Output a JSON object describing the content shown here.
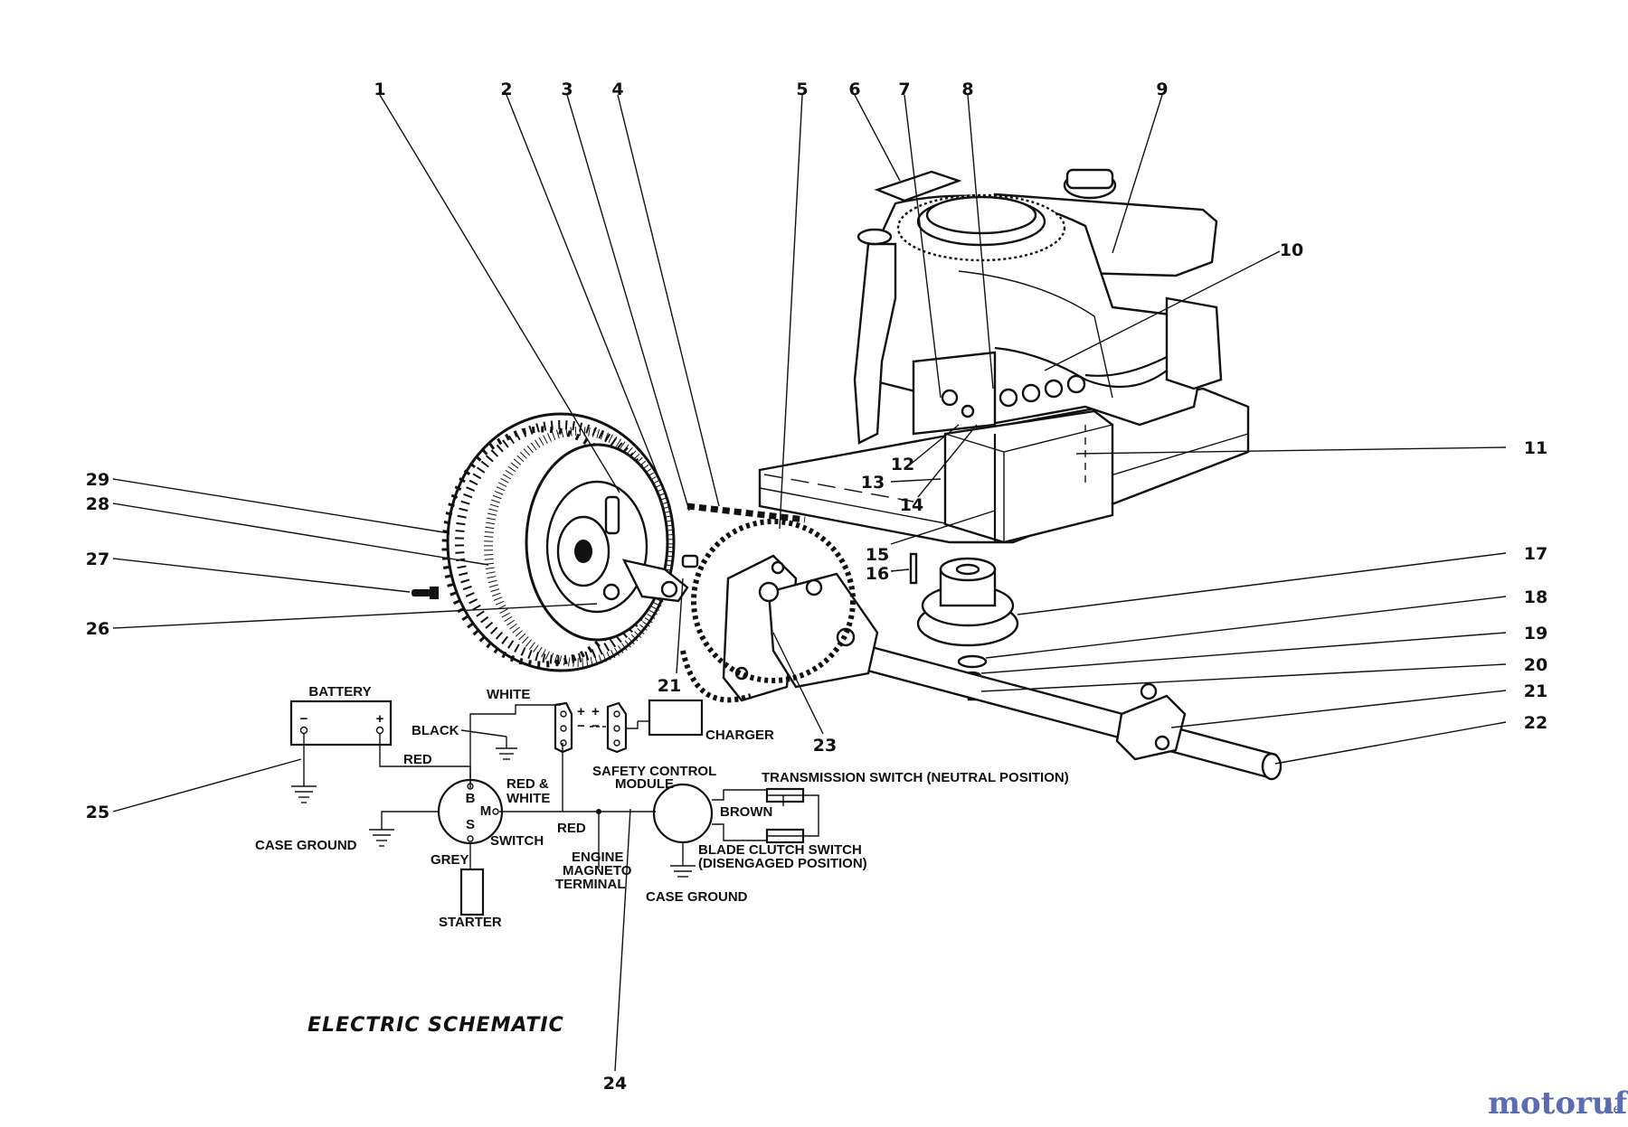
{
  "callouts": [
    "1",
    "2",
    "3",
    "4",
    "5",
    "6",
    "7",
    "8",
    "9",
    "10",
    "11",
    "12",
    "13",
    "14",
    "15",
    "16",
    "17",
    "18",
    "19",
    "20",
    "21",
    "21",
    "22",
    "23",
    "24",
    "25",
    "26",
    "27",
    "28",
    "29"
  ],
  "schematic": {
    "title": "ELECTRIC SCHEMATIC",
    "battery": "BATTERY",
    "battery_minus": "−",
    "battery_plus": "+",
    "white": "WHITE",
    "black": "BLACK",
    "red": "RED",
    "red_white_1": "RED &",
    "red_white_2": "WHITE",
    "charger": "CHARGER",
    "plus1": "+",
    "minus1": "−",
    "plus2": "+",
    "minus2": "−",
    "case_ground": "CASE GROUND",
    "switch_b": "B",
    "switch_m": "M",
    "switch_s": "S",
    "switch": "SWITCH",
    "grey": "GREY",
    "starter": "STARTER",
    "red2": "RED",
    "engine_1": "ENGINE",
    "engine_2": "MAGNETO",
    "engine_3": "TERMINAL",
    "safety_1": "SAFETY CONTROL",
    "safety_2": "MODULE",
    "brown": "BROWN",
    "case_ground_2": "CASE GROUND",
    "transmission_switch": "TRANSMISSION SWITCH (NEUTRAL POSITION)",
    "blade_1": "BLADE CLUTCH SWITCH",
    "blade_2": "(DISENGAGED POSITION)"
  },
  "watermark": {
    "main": "motoruf",
    "suffix": ".de"
  }
}
